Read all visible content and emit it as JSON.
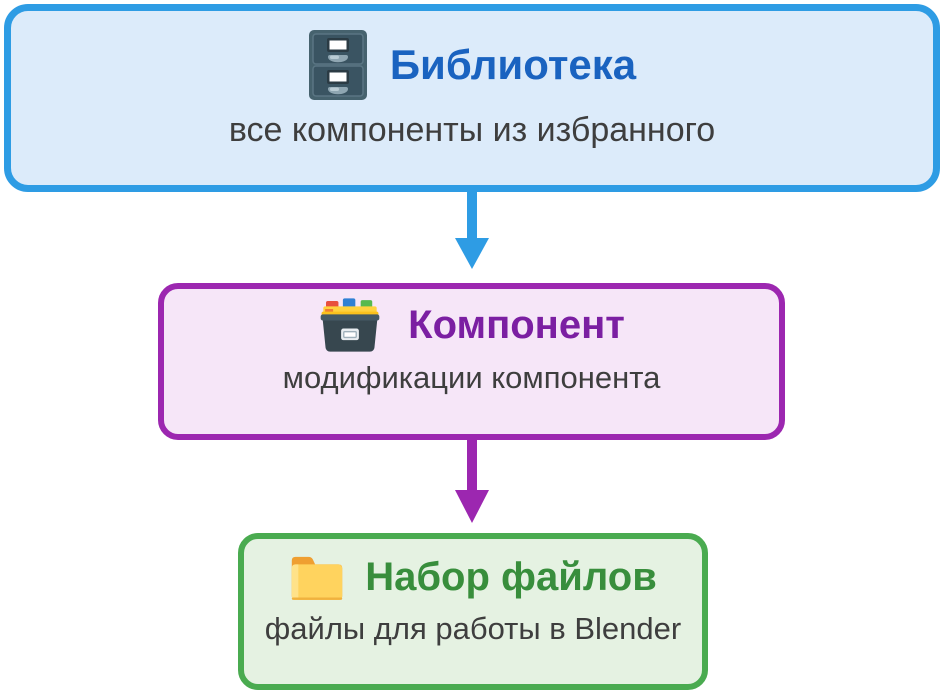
{
  "diagram": {
    "type": "flowchart",
    "direction": "top-down",
    "nodes": [
      {
        "id": "library",
        "title": "Библиотека",
        "subtitle": "все компоненты из избранного",
        "icon": "file-cabinet-icon"
      },
      {
        "id": "component",
        "title": "Компонент",
        "subtitle": "модификации компонента",
        "icon": "card-file-box-icon"
      },
      {
        "id": "fileset",
        "title": "Набор файлов",
        "subtitle": "файлы для работы в Blender",
        "icon": "folder-icon"
      }
    ],
    "edges": [
      {
        "from": "library",
        "to": "component",
        "color": "#2e9ce4"
      },
      {
        "from": "component",
        "to": "fileset",
        "color": "#9c27b0"
      }
    ]
  },
  "colors": {
    "background": "#ffffff",
    "blue-border": "#2e9ce4",
    "blue-fill": "#dcebfa",
    "blue-title": "#1a63c0",
    "purple-border": "#9c27b0",
    "purple-fill": "#f6e6f8",
    "purple-title": "#7b1fa2",
    "green-border": "#4aab50",
    "green-fill": "#e5f2e2",
    "green-title": "#388e3c",
    "subtitle-text": "#3e3e3e"
  }
}
